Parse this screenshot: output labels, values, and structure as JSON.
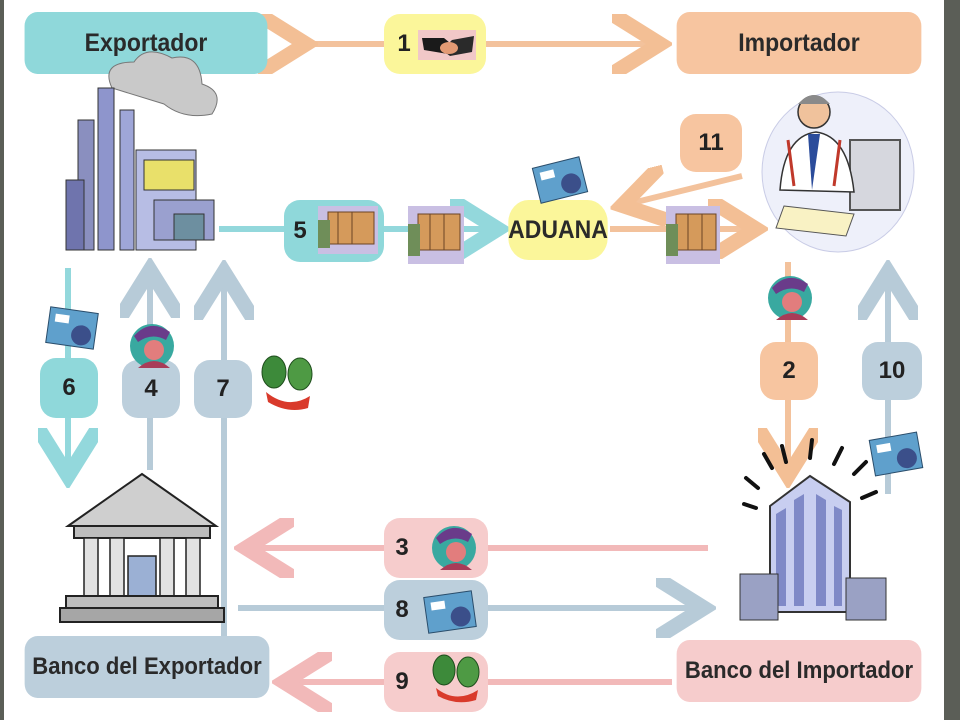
{
  "nodes": {
    "exportador": "Exportador",
    "importador": "Importador",
    "aduana": "ADUANA",
    "banco_exportador": "Banco del Exportador",
    "banco_importador": "Banco del Importador"
  },
  "steps": {
    "s1": "1",
    "s2": "2",
    "s3": "3",
    "s4": "4",
    "s5": "5",
    "s6": "6",
    "s7": "7",
    "s8": "8",
    "s9": "9",
    "s10": "10",
    "s11": "11"
  },
  "icons": [
    "handshake-icon",
    "factory-icon",
    "businessman-icon",
    "bank-building-icon",
    "office-building-icon",
    "cargo-truck-icon",
    "document-card-icon",
    "person-icon",
    "money-icon"
  ],
  "colors": {
    "teal": "#8ed6d8",
    "orange": "#f6c39a",
    "pink": "#f5c2c2",
    "grayblue": "#bccfdc",
    "yellow": "#fbf69a"
  }
}
